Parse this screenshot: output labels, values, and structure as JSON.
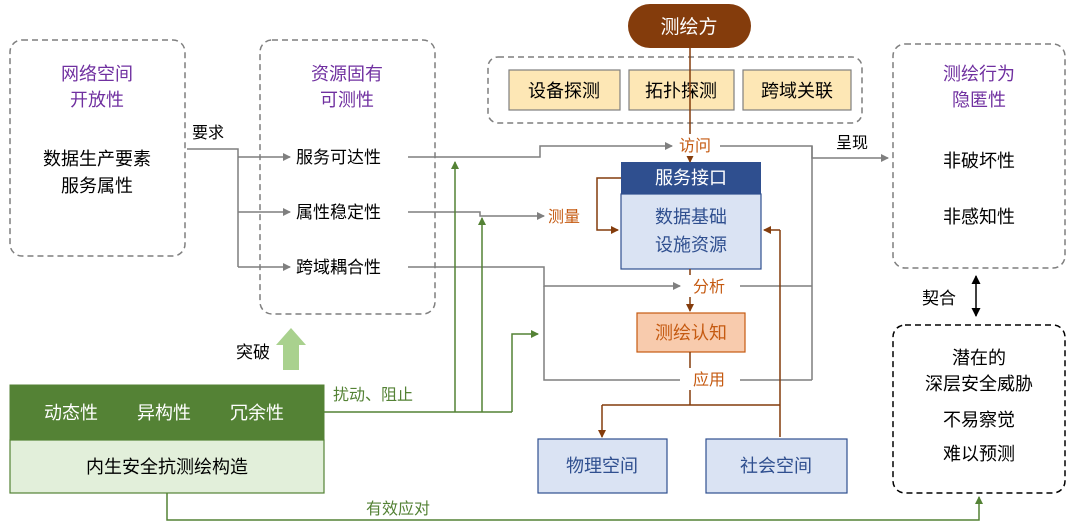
{
  "colors": {
    "purple": "#7030a0",
    "orange": "#c55a11",
    "brown": "#843c0c",
    "green_dark": "#548235",
    "green_light": "#e2efda",
    "blue_dark": "#2f4f8f",
    "blue_light": "#dae3f3",
    "beige": "#fde7b5",
    "gray_line": "#7f7f7f"
  },
  "box1": {
    "title_line1": "网络空间",
    "title_line2": "开放性",
    "body_line1": "数据生产要素",
    "body_line2": "服务属性"
  },
  "label_yaoqiu": "要求",
  "box2": {
    "title_line1": "资源固有",
    "title_line2": "可测性",
    "items": [
      "服务可达性",
      "属性稳定性",
      "跨域耦合性"
    ]
  },
  "top_node": "测绘方",
  "techniques": [
    "设备探测",
    "拓扑探测",
    "跨域关联"
  ],
  "label_access": "访问",
  "label_present": "呈现",
  "label_measure": "测量",
  "label_analyze": "分析",
  "label_apply": "应用",
  "center": {
    "header": "服务接口",
    "body_line1": "数据基础",
    "body_line2": "设施资源"
  },
  "cognition": "测绘认知",
  "physical": "物理空间",
  "social": "社会空间",
  "right_top": {
    "title_line1": "测绘行为",
    "title_line2": "隐匿性",
    "item1": "非破坏性",
    "item2": "非感知性"
  },
  "label_fit": "契合",
  "right_bottom": {
    "line1": "潜在的",
    "line2": "深层安全威胁",
    "line3": "不易察觉",
    "line4": "难以预测"
  },
  "label_breakthrough": "突破",
  "defense": {
    "traits": [
      "动态性",
      "异构性",
      "冗余性"
    ],
    "name": "内生安全抗测绘构造"
  },
  "label_disturb": "扰动、阻止",
  "label_effective": "有效应对"
}
